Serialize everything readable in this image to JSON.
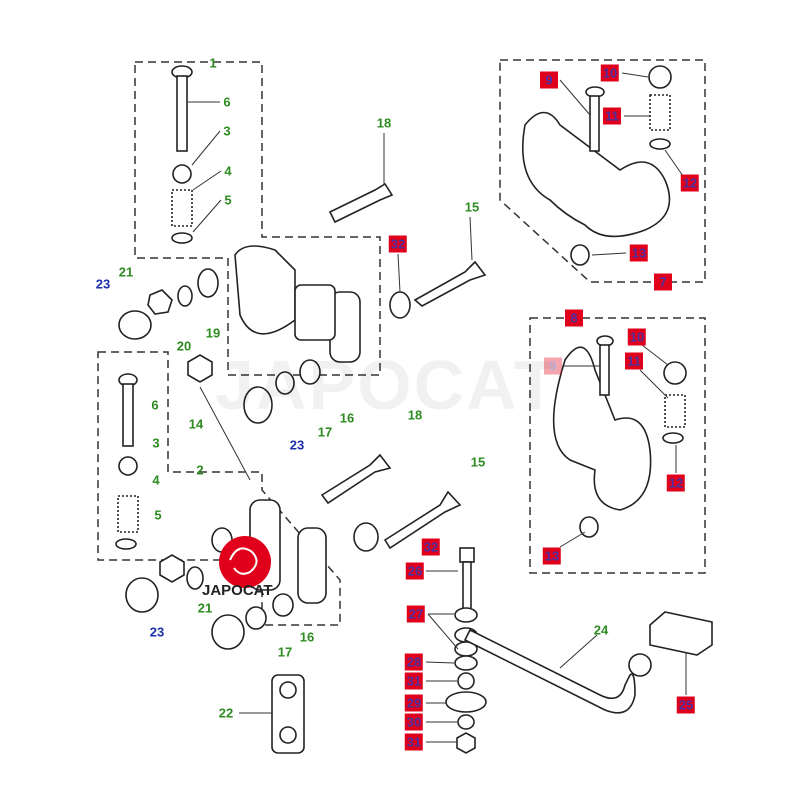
{
  "watermark": "JAPOCAT",
  "logo": {
    "text": "JAPOCAT",
    "color": "#e0001b"
  },
  "colors": {
    "green_label": "#2e8b22",
    "blue_label": "#1c2fa8",
    "red_box": "#e0001b"
  },
  "labels": {
    "green": [
      "1",
      "6",
      "3",
      "4",
      "5",
      "18",
      "15",
      "21",
      "19",
      "20",
      "14",
      "2",
      "16",
      "17",
      "18",
      "15",
      "6",
      "3",
      "4",
      "5",
      "21",
      "16",
      "17",
      "22",
      "24"
    ],
    "blue": [
      "23",
      "23",
      "23"
    ],
    "red": [
      "32",
      "9",
      "10",
      "11",
      "12",
      "13",
      "7",
      "8",
      "9",
      "10",
      "11",
      "12",
      "13",
      "32",
      "26",
      "27",
      "28",
      "31",
      "29",
      "30",
      "31",
      "25"
    ]
  }
}
